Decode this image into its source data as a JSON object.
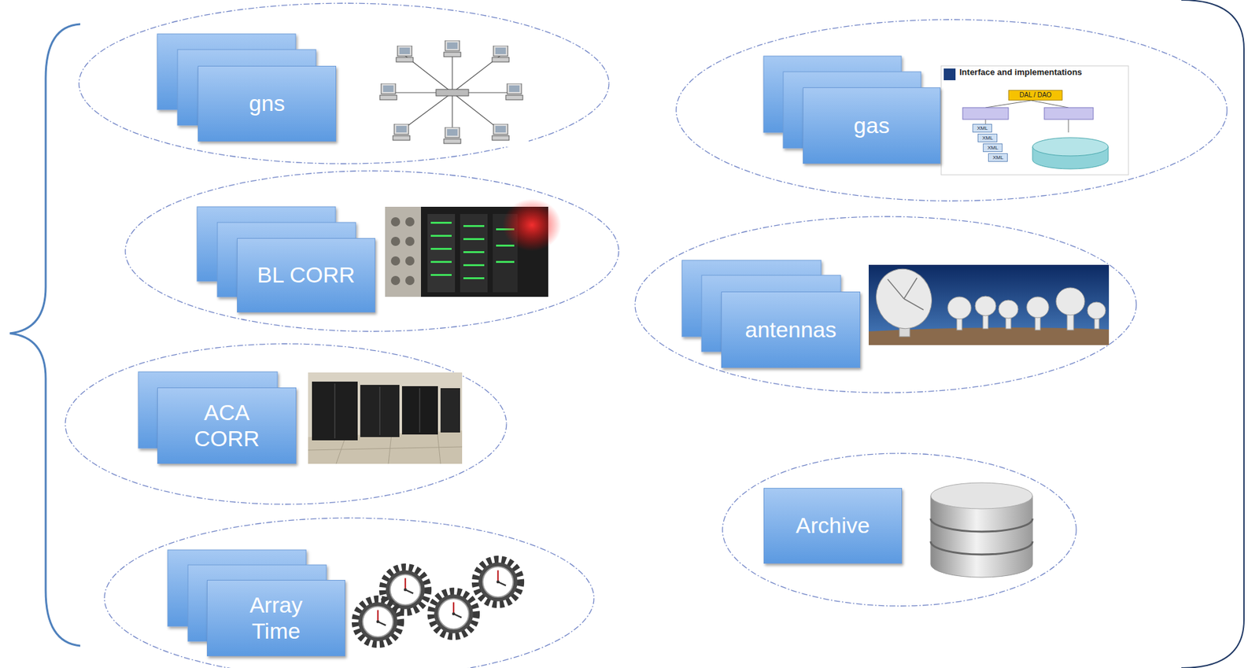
{
  "diagram": {
    "nodes": [
      {
        "text": [
          "gns"
        ]
      },
      {
        "text": [
          "BL CORR"
        ]
      },
      {
        "text": [
          "ACA CORR"
        ]
      },
      {
        "text": [
          "Array Time"
        ]
      },
      {
        "text": [
          "gas"
        ]
      },
      {
        "text": [
          "antennas"
        ]
      },
      {
        "text": [
          "Archive"
        ]
      }
    ],
    "labels": [
      "Interface and implementations",
      "DAL / DAO",
      "XML",
      "XML",
      "XML",
      "XML"
    ]
  }
}
